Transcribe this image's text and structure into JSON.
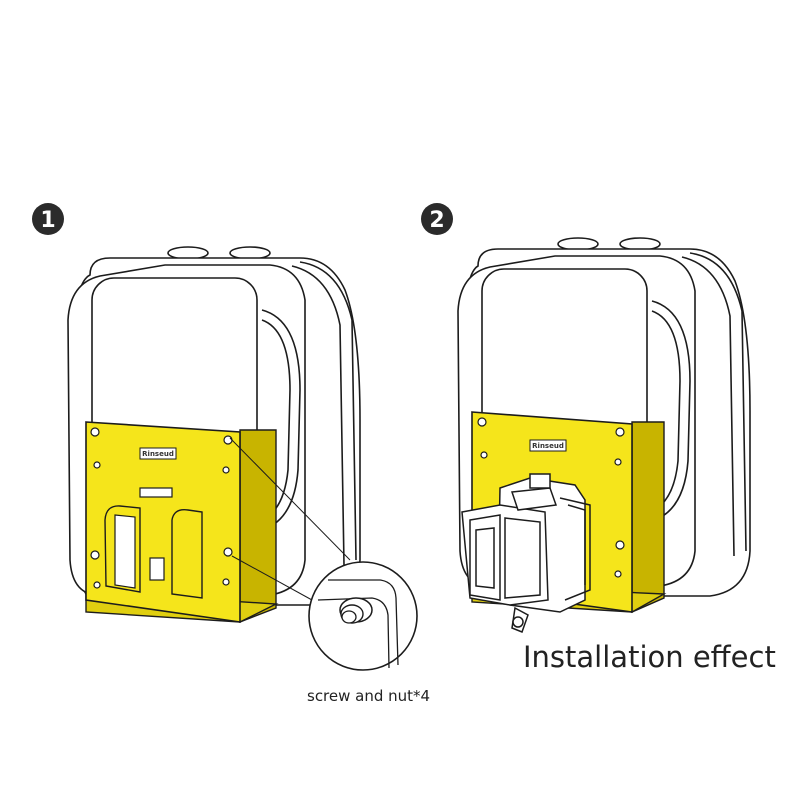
{
  "steps": [
    {
      "number": "1",
      "caption": "screw and nut*4"
    },
    {
      "number": "2",
      "caption": "Installation effect"
    }
  ],
  "plate_brand": "Rinseud",
  "colors": {
    "plate": "#f5e51b",
    "plate_edge": "#c8b400",
    "outline": "#1c1c1c",
    "badge": "#2b2b2b"
  },
  "icons": [
    "hardware-case-drawing",
    "yellow-mounting-plate",
    "screw-nut-zoom-detail",
    "quick-release-mount"
  ]
}
